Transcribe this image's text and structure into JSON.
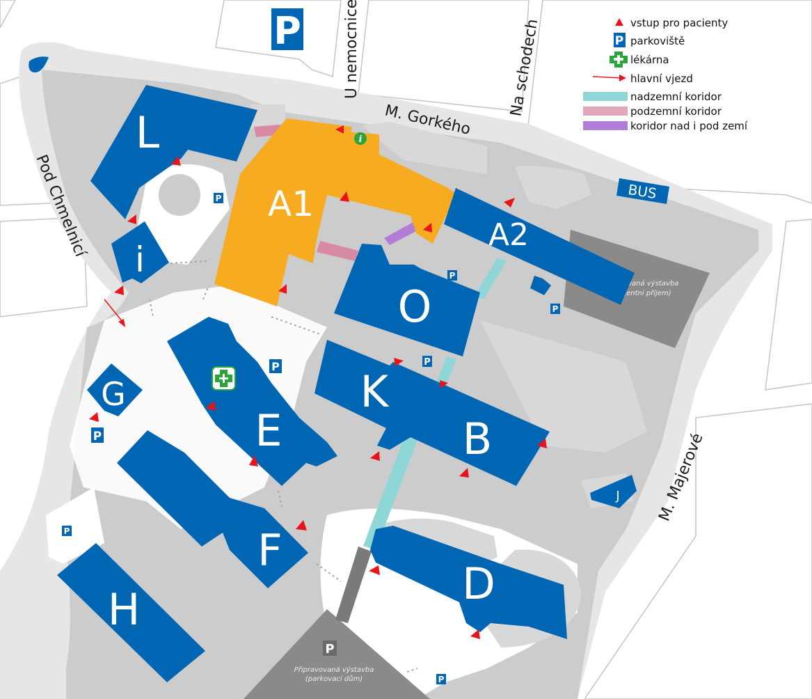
{
  "legend": {
    "entrance": "vstup pro pacienty",
    "parking": "parkoviště",
    "pharmacy": "lékárna",
    "main_entry": "hlavní vjezd",
    "above_corridor": "nadzemní koridor",
    "under_corridor": "podzemní koridor",
    "both_corridor": "koridor nad i pod zemí"
  },
  "streets": {
    "u_nemocnice": "U nemocnice",
    "na_schodech": "Na schodech",
    "gorkeho": "M. Gorkého",
    "pod_chmelnici": "Pod Chmelnicí",
    "majerove": "M. Majerové"
  },
  "buildings": {
    "L": "L",
    "i": "i",
    "A1": "A1",
    "A2": "A2",
    "O": "O",
    "K": "K",
    "B": "B",
    "E": "E",
    "G": "G",
    "F": "F",
    "H": "H",
    "D": "D",
    "J": "J"
  },
  "labels": {
    "bus": "BUS",
    "parking_letter": "P",
    "info_letter": "i",
    "planned_a": "Připravovaná výstavba",
    "planned_a_sub": "(urgentní příjem)",
    "planned_b": "Připravovaná výstavba",
    "planned_b_sub": "(parkovací dům)"
  },
  "colors": {
    "building": "#0066b3",
    "building_a1": "#f7ab20",
    "entrance": "#e8141b",
    "pharmacy": "#2aa53a",
    "above_corridor": "#8fd6d6",
    "under_corridor": "#d98aa3",
    "both_corridor": "#b07ed8",
    "area": "#cfcfcf",
    "road": "#e8e8e8",
    "planned": "#8a8a8a"
  }
}
